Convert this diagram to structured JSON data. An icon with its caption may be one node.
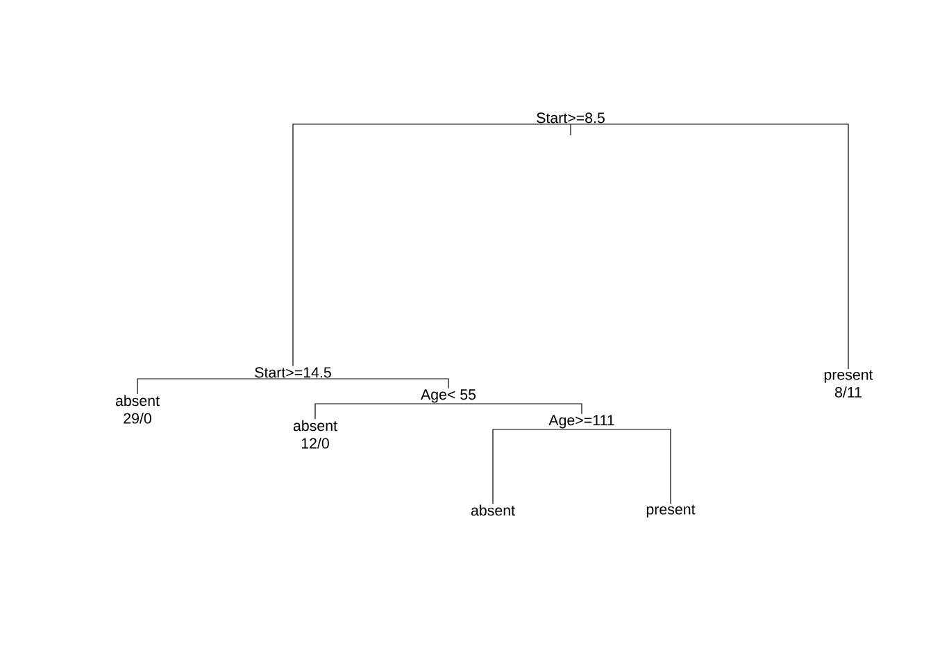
{
  "diagram": {
    "nodes": [
      {
        "text": [
          "Start>=8.5"
        ]
      },
      {
        "text": [
          "Start>=14.5"
        ]
      },
      {
        "text": [
          "absent",
          "29/0"
        ]
      },
      {
        "text": [
          "Age< 55"
        ]
      },
      {
        "text": [
          "absent",
          "12/0"
        ]
      },
      {
        "text": [
          "Age>=111"
        ]
      },
      {
        "text": [
          "absent"
        ]
      },
      {
        "text": [
          "present"
        ]
      },
      {
        "text": [
          "present",
          "8/11"
        ]
      }
    ],
    "edges": [
      {
        "from": 0,
        "to": 1,
        "arrow": "none"
      },
      {
        "from": 0,
        "to": 8,
        "arrow": "none"
      },
      {
        "from": 1,
        "to": 2,
        "arrow": "none"
      },
      {
        "from": 1,
        "to": 3,
        "arrow": "none"
      },
      {
        "from": 3,
        "to": 4,
        "arrow": "none"
      },
      {
        "from": 3,
        "to": 5,
        "arrow": "none"
      },
      {
        "from": 5,
        "to": 6,
        "arrow": "none"
      },
      {
        "from": 5,
        "to": 7,
        "arrow": "none"
      }
    ]
  }
}
